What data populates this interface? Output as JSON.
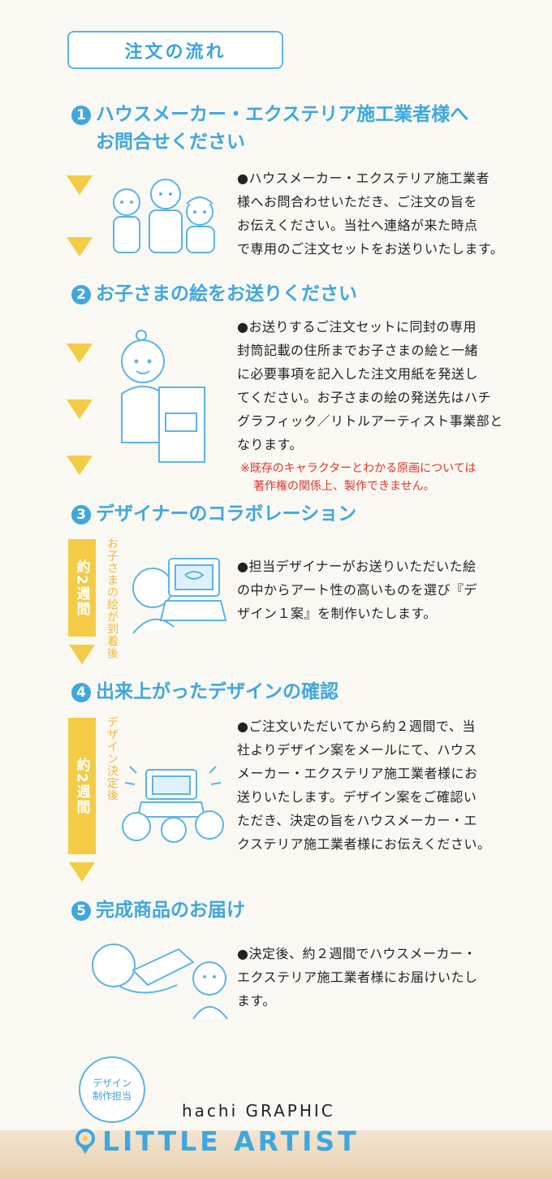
{
  "title": "注文の流れ",
  "steps": [
    {
      "num": "1",
      "heading_line1": "ハウスメーカー・エクステリア施工業者様へ",
      "heading_line2": "お問合せください",
      "body": [
        "●ハウスメーカー・エクステリア施工業者",
        "様へお問合わせいただき、ご注文の旨を",
        "お伝えください。当社へ連絡が来た時点",
        "で専用のご注文セットをお送りいたします。"
      ]
    },
    {
      "num": "2",
      "heading_line1": "お子さまの絵をお送りください",
      "body": [
        "●お送りするご注文セットに同封の専用",
        "封筒記載の住所までお子さまの絵と一緒",
        "に必要事項を記入した注文用紙を発送し",
        "てください。お子さまの絵の発送先はハチ",
        "グラフィック／リトルアーティスト事業部と",
        "なります。"
      ],
      "note": [
        "※既存のキャラクターとわかる原画については",
        "著作権の関係上、製作できません。"
      ]
    },
    {
      "num": "3",
      "heading_line1": "デザイナーのコラボレーション",
      "bar_label": "約2週間",
      "vertical_note": "お子さまの絵が到着後",
      "body": [
        "●担当デザイナーがお送りいただいた絵",
        "の中からアート性の高いものを選び『デ",
        "ザイン１案』を制作いたします。"
      ]
    },
    {
      "num": "4",
      "heading_line1": "出来上がったデザインの確認",
      "bar_label": "約2週間",
      "vertical_note": "デザイン決定後",
      "body": [
        "●ご注文いただいてから約２週間で、当",
        "社よりデザイン案をメールにて、ハウス",
        "メーカー・エクステリア施工業者様にお",
        "送りいたします。デザイン案をご確認い",
        "ただき、決定の旨をハウスメーカー・エ",
        "クステリア施工業者様にお伝えください。"
      ]
    },
    {
      "num": "5",
      "heading_line1": "完成商品のお届け",
      "body": [
        "●決定後、約２週間でハウスメーカー・",
        "エクステリア施工業者様にお届けいたし",
        "ます。"
      ]
    }
  ],
  "footer": {
    "badge_line1": "デザイン",
    "badge_line2": "制作担当",
    "company": "hachi GRAPHIC",
    "brand": "LITTLE ARTIST"
  },
  "colors": {
    "accent_blue": "#3ea7de",
    "accent_yellow": "#f3cb44",
    "note_red": "#e0352b"
  }
}
